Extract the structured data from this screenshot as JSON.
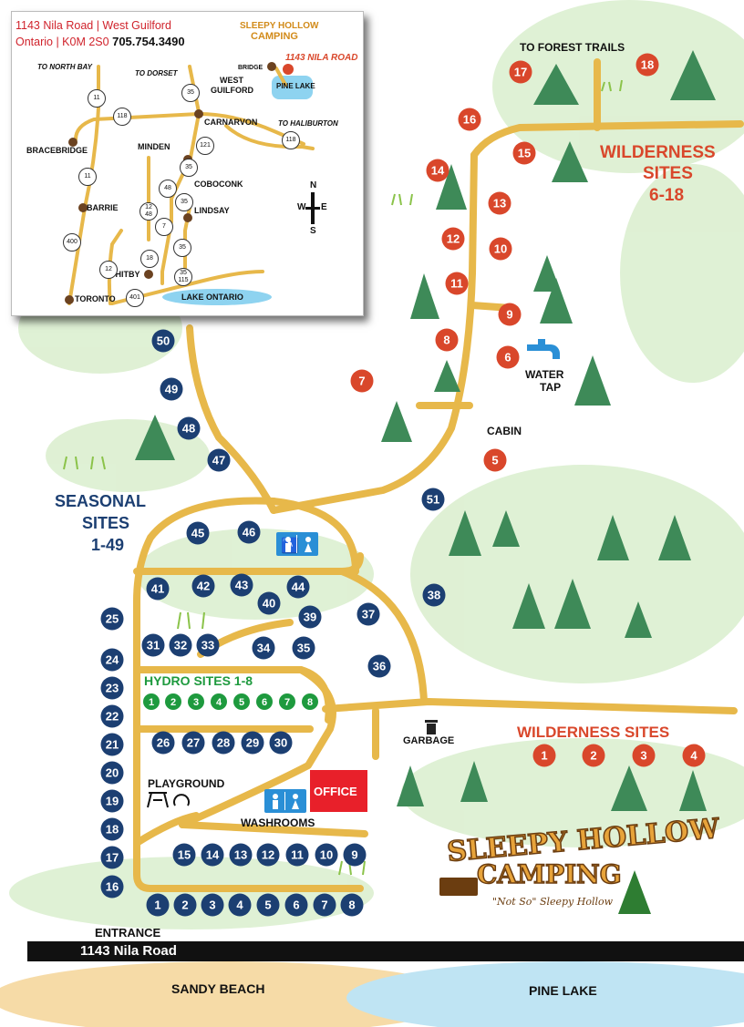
{
  "colors": {
    "road": "#e7b84a",
    "seasonal": "#1c3f72",
    "wilderness": "#d9472b",
    "hydro": "#1e9a3e",
    "office": "#e8202a",
    "washroom": "#2a8fd6",
    "grass": "#dcefd0",
    "lake": "#6cc4ea"
  },
  "inset": {
    "address_line1": "1143 Nila Road | West  Guilford",
    "address_line2": "Ontario | K0M 2S0",
    "phone": "705.754.3490",
    "pin_label": "1143 NILA ROAD",
    "bridge": "BRIDGE",
    "pine_lake": "PINE LAKE",
    "lake_ontario": "LAKE ONTARIO",
    "dir_north_bay": "TO NORTH BAY",
    "dir_dorset": "TO DORSET",
    "dir_haliburton": "TO HALIBURTON",
    "towns": {
      "west": "WEST",
      "guilford": "GUILFORD",
      "carnarvon": "CARNARVON",
      "minden": "MINDEN",
      "bracebridge": "BRACEBRIDGE",
      "coboconk": "COBOCONK",
      "lindsay": "LINDSAY",
      "barrie": "BARRIE",
      "whitby": "WHITBY",
      "toronto": "TORONTO"
    },
    "routes": {
      "r11a": "11",
      "r118a": "118",
      "r35a": "35",
      "r121": "121",
      "r118b": "118",
      "r35b": "35",
      "r48": "48",
      "r35c": "35",
      "r11b": "11",
      "r12_48": "12\n48",
      "r7": "7",
      "r400": "400",
      "r12": "12",
      "r35d": "35",
      "r18": "18",
      "r35_115": "35\n115",
      "r401": "401"
    },
    "compass": {
      "n": "N",
      "s": "S",
      "w": "W",
      "e": "E"
    }
  },
  "labels": {
    "to_forest_trails": "TO FOREST TRAILS",
    "wilderness_title": "WILDERNESS",
    "wilderness_sites": "SITES",
    "wilderness_range": "6-18",
    "seasonal_title": "SEASONAL",
    "seasonal_sites": "SITES",
    "seasonal_range": "1-49",
    "water": "WATER",
    "tap": "TAP",
    "cabin": "CABIN",
    "hydro_title": "HYDRO SITES 1-8",
    "garbage": "GARBAGE",
    "wilderness_bottom": "WILDERNESS SITES",
    "playground": "PLAYGROUND",
    "office": "OFFICE",
    "washrooms": "WASHROOMS",
    "entrance": "ENTRANCE",
    "road": "1143 Nila Road",
    "sandy_beach": "SANDY BEACH",
    "pine_lake": "PINE LAKE"
  },
  "logo": {
    "line1": "SLEEPY HOLLOW",
    "line2": "CAMPING",
    "tagline": "\"Not So\" Sleepy Hollow"
  },
  "sites": {
    "wilderness_top": [
      "5",
      "6",
      "7",
      "8",
      "9",
      "10",
      "11",
      "12",
      "13",
      "14",
      "15",
      "16",
      "17",
      "18"
    ],
    "wilderness_bottom": [
      "1",
      "2",
      "3",
      "4"
    ],
    "hydro": [
      "1",
      "2",
      "3",
      "4",
      "5",
      "6",
      "7",
      "8"
    ],
    "seasonal": [
      "1",
      "2",
      "3",
      "4",
      "5",
      "6",
      "7",
      "8",
      "9",
      "10",
      "11",
      "12",
      "13",
      "14",
      "15",
      "16",
      "17",
      "18",
      "19",
      "20",
      "21",
      "22",
      "23",
      "24",
      "25",
      "26",
      "27",
      "28",
      "29",
      "30",
      "31",
      "32",
      "33",
      "34",
      "35",
      "36",
      "37",
      "38",
      "39",
      "40",
      "41",
      "42",
      "43",
      "44",
      "45",
      "46",
      "47",
      "48",
      "49",
      "50",
      "51"
    ]
  }
}
